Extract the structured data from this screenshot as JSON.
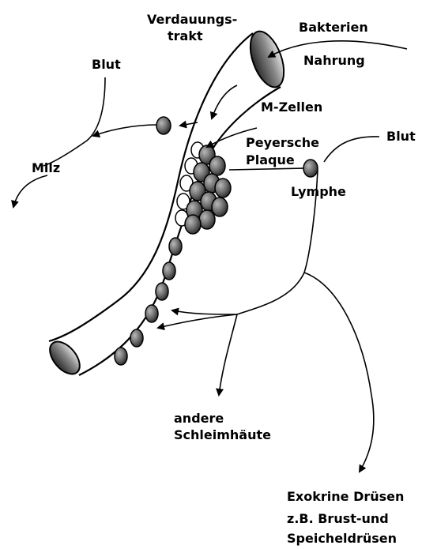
{
  "diagram": {
    "labels": {
      "verdauungstrakt_line1": "Verdauungs-",
      "verdauungstrakt_line2": "trakt",
      "bakterien": "Bakterien",
      "nahrung": "Nahrung",
      "blut_left": "Blut",
      "m_zellen": "M-Zellen",
      "peyersche_line1": "Peyersche",
      "peyersche_line2": "Plaque",
      "blut_right": "Blut",
      "milz": "Milz",
      "lymphe": "Lymphe",
      "andere_line1": "andere",
      "andere_line2": "Schleimhäute",
      "exokrine_line1": "Exokrine Drüsen",
      "exokrine_line2": "z.B. Brust-und",
      "exokrine_line3": "Speicheldrüsen"
    },
    "colors": {
      "ink": "#000000",
      "cell_fill": "#6e6e6e",
      "background": "#ffffff"
    }
  }
}
